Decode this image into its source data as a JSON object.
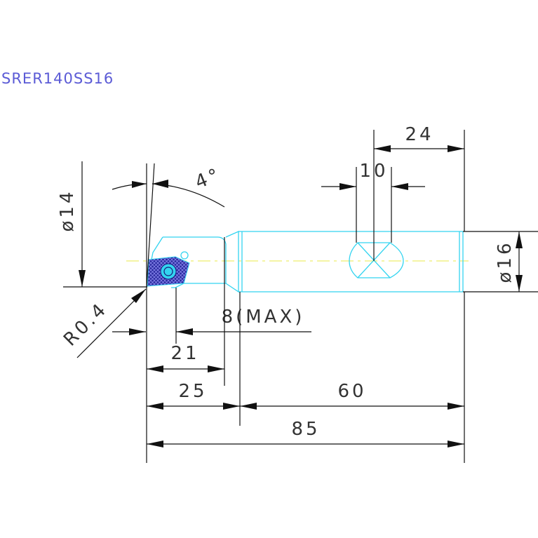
{
  "drawing": {
    "title": "SRER140SS16",
    "dimensions": {
      "dia_head": "ø14",
      "angle": "4°",
      "top_width": "24",
      "flat_width": "10",
      "dia_shank": "ø16",
      "corner_radius": "R0.4",
      "bore_depth": "8(MAX)",
      "dim_21": "21",
      "dim_25": "25",
      "dim_60": "60",
      "overall": "85"
    },
    "colors": {
      "outline": "#33d4f0",
      "centerline": "#e8e84a",
      "title": "#5b5bd6",
      "insert_fill": "#2a2a9e",
      "dimension": "#111111"
    }
  }
}
